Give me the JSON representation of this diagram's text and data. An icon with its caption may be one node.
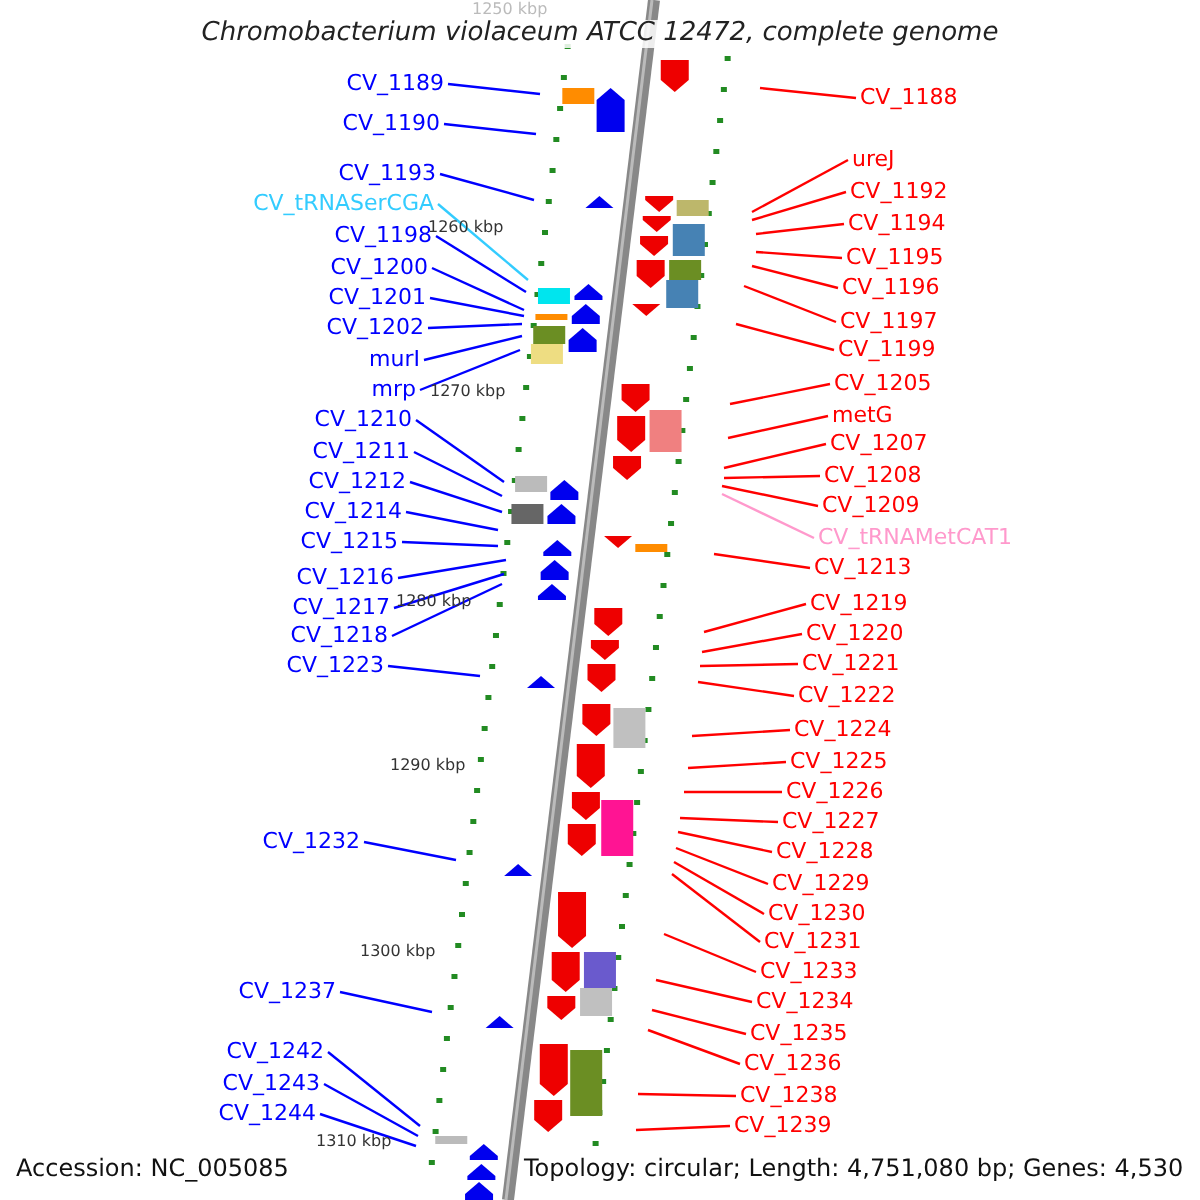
{
  "diagram": {
    "title": "Chromobacterium violaceum ATCC 12472, complete genome",
    "nodes": [
      {
        "text": [
          "CV_1189"
        ]
      },
      {
        "text": [
          "CV_1190"
        ]
      },
      {
        "text": [
          "CV_1193"
        ]
      },
      {
        "text": [
          "CV_tRNASerCGA"
        ]
      },
      {
        "text": [
          "CV_1198"
        ]
      },
      {
        "text": [
          "CV_1200"
        ]
      },
      {
        "text": [
          "CV_1201"
        ]
      },
      {
        "text": [
          "CV_1202"
        ]
      },
      {
        "text": [
          "murI"
        ]
      },
      {
        "text": [
          "mrp"
        ]
      },
      {
        "text": [
          "CV_1210"
        ]
      },
      {
        "text": [
          "CV_1211"
        ]
      },
      {
        "text": [
          "CV_1212"
        ]
      },
      {
        "text": [
          "CV_1214"
        ]
      },
      {
        "text": [
          "CV_1215"
        ]
      },
      {
        "text": [
          "CV_1216"
        ]
      },
      {
        "text": [
          "CV_1217"
        ]
      },
      {
        "text": [
          "CV_1218"
        ]
      },
      {
        "text": [
          "CV_1223"
        ]
      },
      {
        "text": [
          "CV_1232"
        ]
      },
      {
        "text": [
          "CV_1237"
        ]
      },
      {
        "text": [
          "CV_1242"
        ]
      },
      {
        "text": [
          "CV_1243"
        ]
      },
      {
        "text": [
          "CV_1244"
        ]
      },
      {
        "text": [
          "CV_1188"
        ]
      },
      {
        "text": [
          "ureJ"
        ]
      },
      {
        "text": [
          "CV_1192"
        ]
      },
      {
        "text": [
          "CV_1194"
        ]
      },
      {
        "text": [
          "CV_1195"
        ]
      },
      {
        "text": [
          "CV_1196"
        ]
      },
      {
        "text": [
          "CV_1197"
        ]
      },
      {
        "text": [
          "CV_1199"
        ]
      },
      {
        "text": [
          "CV_1205"
        ]
      },
      {
        "text": [
          "metG"
        ]
      },
      {
        "text": [
          "CV_1207"
        ]
      },
      {
        "text": [
          "CV_1208"
        ]
      },
      {
        "text": [
          "CV_1209"
        ]
      },
      {
        "text": [
          "CV_tRNAMetCAT1"
        ]
      },
      {
        "text": [
          "CV_1213"
        ]
      },
      {
        "text": [
          "CV_1219"
        ]
      },
      {
        "text": [
          "CV_1220"
        ]
      },
      {
        "text": [
          "CV_1221"
        ]
      },
      {
        "text": [
          "CV_1222"
        ]
      },
      {
        "text": [
          "CV_1224"
        ]
      },
      {
        "text": [
          "CV_1225"
        ]
      },
      {
        "text": [
          "CV_1226"
        ]
      },
      {
        "text": [
          "CV_1227"
        ]
      },
      {
        "text": [
          "CV_1228"
        ]
      },
      {
        "text": [
          "CV_1229"
        ]
      },
      {
        "text": [
          "CV_1230"
        ]
      },
      {
        "text": [
          "CV_1231"
        ]
      },
      {
        "text": [
          "CV_1233"
        ]
      },
      {
        "text": [
          "CV_1234"
        ]
      },
      {
        "text": [
          "CV_1235"
        ]
      },
      {
        "text": [
          "CV_1236"
        ]
      },
      {
        "text": [
          "CV_1238"
        ]
      },
      {
        "text": [
          "CV_1239"
        ]
      }
    ],
    "edges": [
      {
        "from": 0,
        "to": null,
        "arrow": "none",
        "color": "#0000ff"
      },
      {
        "from": 1,
        "to": null,
        "arrow": "none",
        "color": "#0000ff"
      },
      {
        "from": 2,
        "to": null,
        "arrow": "none",
        "color": "#0000ff"
      },
      {
        "from": 3,
        "to": null,
        "arrow": "none",
        "color": "#33ccff"
      },
      {
        "from": 4,
        "to": null,
        "arrow": "none",
        "color": "#0000ff"
      },
      {
        "from": 5,
        "to": null,
        "arrow": "none",
        "color": "#0000ff"
      },
      {
        "from": 6,
        "to": null,
        "arrow": "none",
        "color": "#0000ff"
      },
      {
        "from": 7,
        "to": null,
        "arrow": "none",
        "color": "#0000ff"
      },
      {
        "from": 8,
        "to": null,
        "arrow": "none",
        "color": "#0000ff"
      },
      {
        "from": 9,
        "to": null,
        "arrow": "none",
        "color": "#0000ff"
      },
      {
        "from": 10,
        "to": null,
        "arrow": "none",
        "color": "#0000ff"
      },
      {
        "from": 11,
        "to": null,
        "arrow": "none",
        "color": "#0000ff"
      },
      {
        "from": 12,
        "to": null,
        "arrow": "none",
        "color": "#0000ff"
      },
      {
        "from": 13,
        "to": null,
        "arrow": "none",
        "color": "#0000ff"
      },
      {
        "from": 14,
        "to": null,
        "arrow": "none",
        "color": "#0000ff"
      },
      {
        "from": 15,
        "to": null,
        "arrow": "none",
        "color": "#0000ff"
      },
      {
        "from": 16,
        "to": null,
        "arrow": "none",
        "color": "#0000ff"
      },
      {
        "from": 17,
        "to": null,
        "arrow": "none",
        "color": "#0000ff"
      },
      {
        "from": 18,
        "to": null,
        "arrow": "none",
        "color": "#0000ff"
      },
      {
        "from": 19,
        "to": null,
        "arrow": "none",
        "color": "#0000ff"
      },
      {
        "from": 20,
        "to": null,
        "arrow": "none",
        "color": "#0000ff"
      },
      {
        "from": 21,
        "to": null,
        "arrow": "none",
        "color": "#0000ff"
      },
      {
        "from": 22,
        "to": null,
        "arrow": "none",
        "color": "#0000ff"
      },
      {
        "from": 23,
        "to": null,
        "arrow": "none",
        "color": "#0000ff"
      },
      {
        "from": 24,
        "to": null,
        "arrow": "none"
      },
      {
        "from": 25,
        "to": null,
        "arrow": "none"
      },
      {
        "from": 26,
        "to": null,
        "arrow": "none"
      },
      {
        "from": 27,
        "to": null,
        "arrow": "none"
      },
      {
        "from": 28,
        "to": null,
        "arrow": "none"
      },
      {
        "from": 29,
        "to": null,
        "arrow": "none"
      },
      {
        "from": 30,
        "to": null,
        "arrow": "none"
      },
      {
        "from": 31,
        "to": null,
        "arrow": "none"
      },
      {
        "from": 32,
        "to": null,
        "arrow": "none"
      },
      {
        "from": 33,
        "to": null,
        "arrow": "none"
      },
      {
        "from": 34,
        "to": null,
        "arrow": "none"
      },
      {
        "from": 35,
        "to": null,
        "arrow": "none"
      },
      {
        "from": 36,
        "to": null,
        "arrow": "none"
      },
      {
        "from": 37,
        "to": null,
        "arrow": "none",
        "color": "#ff99cc"
      },
      {
        "from": 38,
        "to": null,
        "arrow": "none"
      },
      {
        "from": 39,
        "to": null,
        "arrow": "none"
      },
      {
        "from": 40,
        "to": null,
        "arrow": "none"
      },
      {
        "from": 41,
        "to": null,
        "arrow": "none"
      },
      {
        "from": 42,
        "to": null,
        "arrow": "none"
      },
      {
        "from": 43,
        "to": null,
        "arrow": "none"
      },
      {
        "from": 44,
        "to": null,
        "arrow": "none"
      },
      {
        "from": 45,
        "to": null,
        "arrow": "none"
      },
      {
        "from": 46,
        "to": null,
        "arrow": "none"
      },
      {
        "from": 47,
        "to": null,
        "arrow": "none"
      },
      {
        "from": 48,
        "to": null,
        "arrow": "none"
      },
      {
        "from": 49,
        "to": null,
        "arrow": "none"
      },
      {
        "from": 50,
        "to": null,
        "arrow": "none"
      },
      {
        "from": 51,
        "to": null,
        "arrow": "none"
      },
      {
        "from": 52,
        "to": null,
        "arrow": "none"
      },
      {
        "from": 53,
        "to": null,
        "arrow": "none"
      },
      {
        "from": 54,
        "to": null,
        "arrow": "none"
      },
      {
        "from": 55,
        "to": null,
        "arrow": "none"
      },
      {
        "from": 56,
        "to": null,
        "arrow": "none"
      }
    ],
    "labels": [
      "1250 kbp",
      "1260 kbp",
      "1270 kbp",
      "1280 kbp",
      "1290 kbp",
      "1300 kbp",
      "1310 kbp",
      "Accession: NC_005085",
      "Topology: circular; Length: 4,751,080 bp; Genes: 4,530"
    ]
  }
}
